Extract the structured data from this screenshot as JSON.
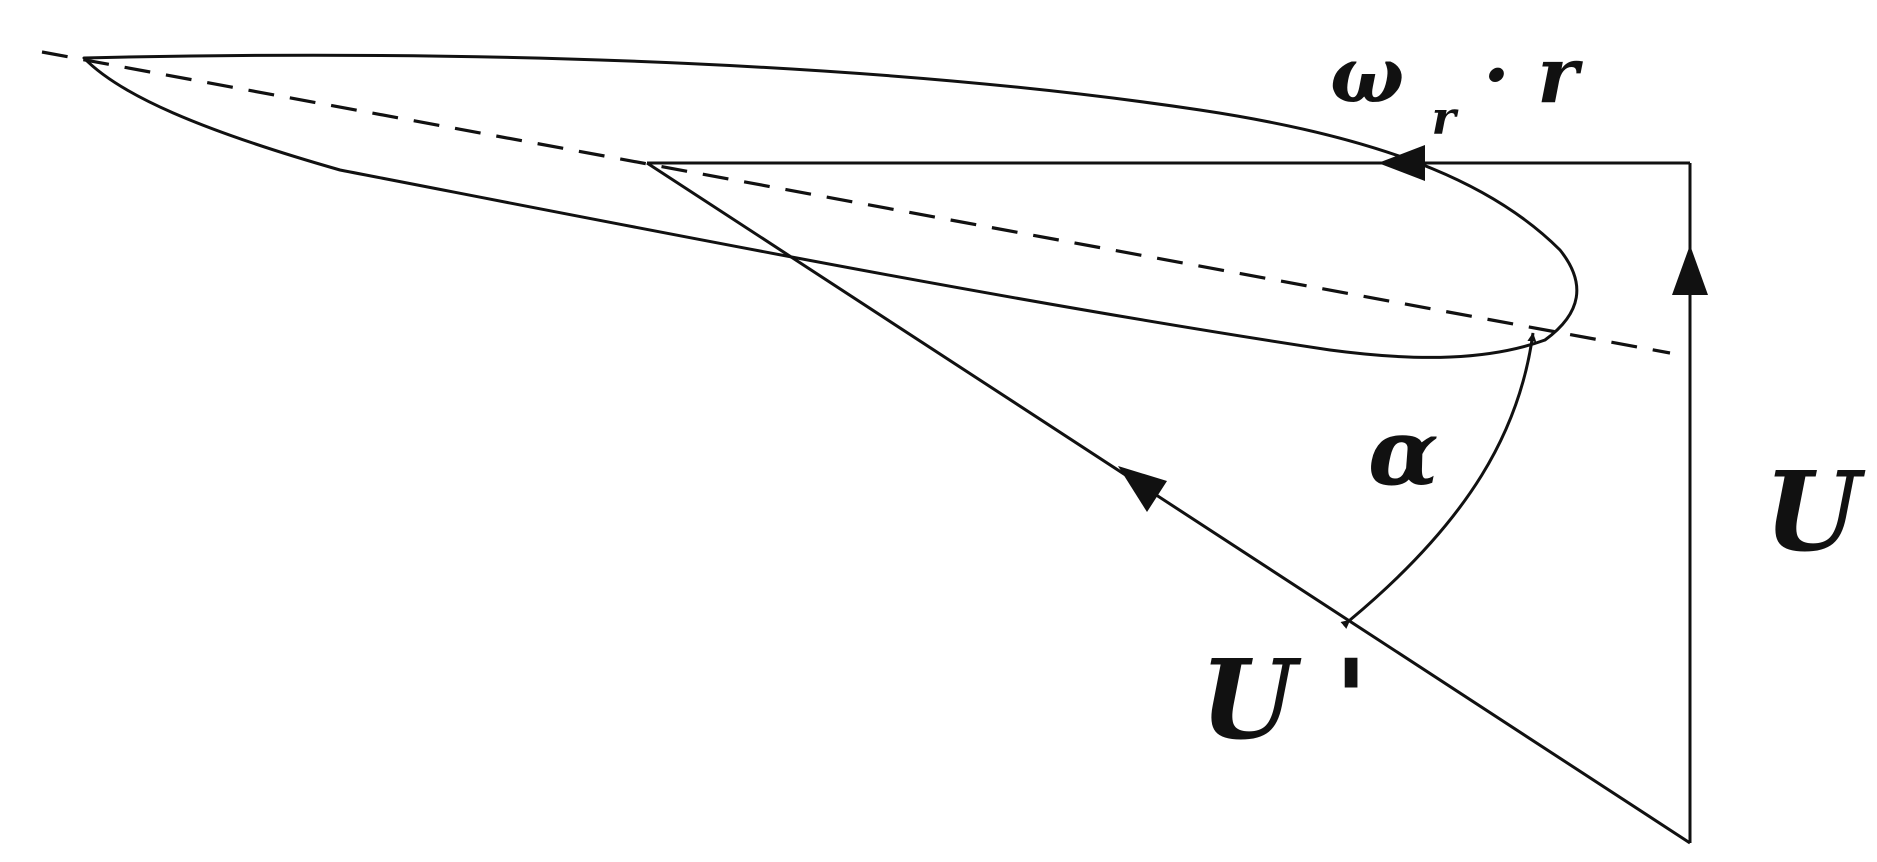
{
  "diagram": {
    "labels": {
      "omega_main": "ω",
      "omega_sub": "r",
      "omega_rest": " · r",
      "alpha": "α",
      "u_right": "U",
      "u_prime": "U '"
    },
    "colors": {
      "stroke": "#111111",
      "background": "#ffffff"
    }
  }
}
